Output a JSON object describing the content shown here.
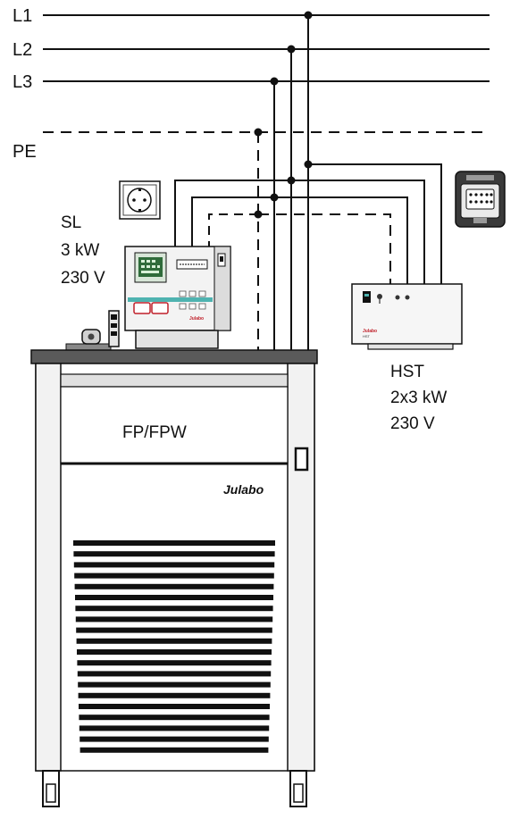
{
  "lines": {
    "l1": "L1",
    "l2": "L2",
    "l3": "L3",
    "pe": "PE"
  },
  "sl": {
    "name": "SL",
    "power": "3 kW",
    "voltage": "230 V",
    "brand": "Julabo"
  },
  "hst": {
    "name": "HST",
    "power": "2x3 kW",
    "voltage": "230 V",
    "brand": "Julabo",
    "model": "HST"
  },
  "chiller": {
    "name": "FP/FPW",
    "brand": "Julabo"
  },
  "colors": {
    "line": "#111111",
    "panel": "#e8e8e8",
    "top": "#5a5a5a",
    "accent_teal": "#4fb3b0",
    "accent_red": "#c0202a",
    "display": "#2f6b3a"
  }
}
